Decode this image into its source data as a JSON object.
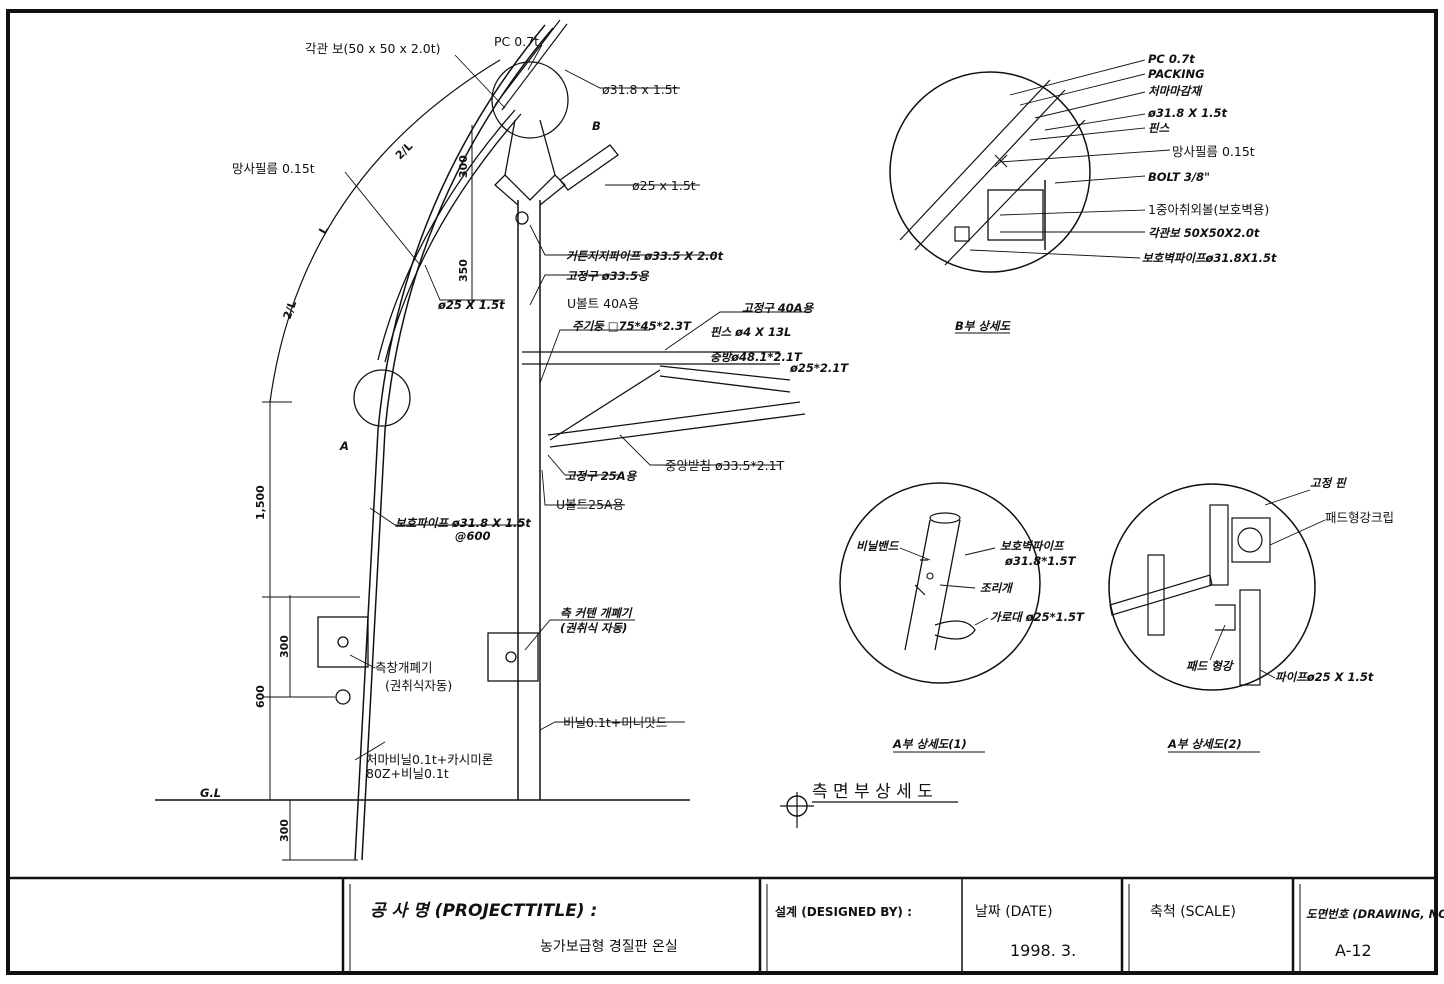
{
  "colors": {
    "ink": "#111111",
    "paper": "#ffffff"
  },
  "main_drawing": {
    "labels": {
      "gakgwan_bo": "각관 보(50 x 50 x 2.0t)",
      "pc_07t": "PC 0.7t",
      "pipe_318": "ø31.8 x 1.5t",
      "b_mark": "B",
      "mangsa_film": "망사필름 0.15t",
      "pipe_25_top": "ø25 x 1.5t",
      "curtain_support": "커튼지지파이프 ø33.5 X 2.0t",
      "fixture_335": "고정구 ø33.5용",
      "pipe_25_arc": "ø25 X 1.5t",
      "ubolt_40": "U볼트 40A용",
      "main_post": "주기둥 □75*45*2.3T",
      "fixture_40": "고정구 40A용",
      "pin": "핀스 ø4 X 13L",
      "mid_brace": "중방ø48.1*2.1T",
      "pipe_25_21": "ø25*2.1T",
      "a_mark": "A",
      "fixture_25": "고정구 25A용",
      "center_support": "중앙받침 ø33.5*2.1T",
      "ubolt_25": "U볼트25A용",
      "protect_pipe": "보호파이프 ø31.8 X 1.5t",
      "spacing": "@600",
      "curtain_winder_1": "측 커텐 개폐기",
      "curtain_winder_2": "(권취식 자동)",
      "side_opener_1": "측창개폐기",
      "side_opener_2": "(권취식자동)",
      "vinyl_01": "비닐0.1t+미니맛드",
      "eaves_vinyl_1": "처마비닐0.1t+카시미론",
      "eaves_vinyl_2": "80Z+비닐0.1t",
      "gl": "G.L"
    },
    "dims": {
      "two_l_top": "2/L",
      "l_mid": "L",
      "two_l_low": "2/L",
      "d300_top": "300",
      "d350": "350",
      "d1500": "1,500",
      "d300_mid": "300",
      "d600": "600",
      "d300_bot": "300"
    }
  },
  "detail_b": {
    "title": "B부 상세도",
    "labels": [
      "PC 0.7t",
      "PACKING",
      "처마마감재",
      "ø31.8 X 1.5t",
      "핀스",
      "망사필름 0.15t",
      "BOLT 3/8\"",
      "1중아취외볼(보호벽용)",
      "각관보 50X50X2.0t",
      "보호벽파이프ø31.8X1.5t"
    ]
  },
  "detail_a1": {
    "title": "A부 상세도(1)",
    "labels": {
      "vinyl_band": "비닐밴드",
      "protect_pipe_1": "보호벽파이프",
      "protect_pipe_2": "ø31.8*1.5T",
      "hook": "조리개",
      "crossbar": "가로대 ø25*1.5T"
    }
  },
  "detail_a2": {
    "title": "A부 상세도(2)",
    "labels": {
      "fix_pin": "고정 핀",
      "clip": "패드형강크립",
      "pad_steel": "패드 형강",
      "pipe": "파이프ø25 X 1.5t"
    }
  },
  "section_title": "측 면 부 상 세 도",
  "title_block": {
    "project_label": "공 사 명 (PROJECTTITLE) :",
    "project_name": "농가보급형 경질판 온실",
    "designed_label": "설계 (DESIGNED BY) :",
    "date_label": "날짜 (DATE)",
    "date_value": "1998. 3.",
    "scale_label": "축척 (SCALE)",
    "scale_value": "",
    "drawing_label": "도면번호 (DRAWING, NO) :",
    "drawing_value": "A-12"
  }
}
